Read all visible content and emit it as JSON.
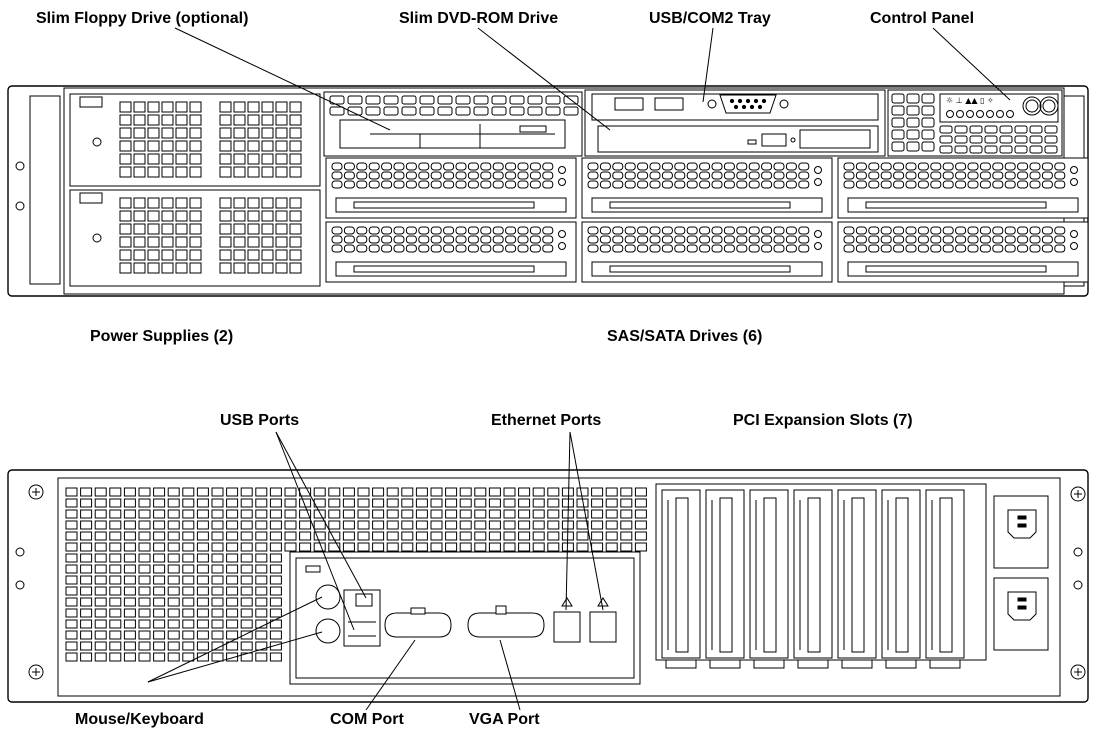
{
  "front_panel": {
    "callouts": {
      "floppy": "Slim Floppy Drive (optional)",
      "dvd": "Slim DVD-ROM Drive",
      "usb_com2": "USB/COM2 Tray",
      "control_panel": "Control Panel"
    },
    "captions": {
      "power_supplies": "Power Supplies (2)",
      "drives": "SAS/SATA Drives (6)"
    },
    "drive_bay_count": 6,
    "power_supply_count": 2
  },
  "rear_panel": {
    "callouts": {
      "usb_ports": "USB Ports",
      "ethernet_ports": "Ethernet Ports",
      "pci_slots": "PCI Expansion Slots (7)",
      "mouse_keyboard": "Mouse/Keyboard",
      "com_port": "COM Port",
      "vga_port": "VGA Port"
    },
    "pci_slot_count": 7,
    "power_inlet_count": 2
  },
  "colors": {
    "line": "#000000",
    "panel_fill": "#ffffff",
    "label_text": "#000000"
  }
}
